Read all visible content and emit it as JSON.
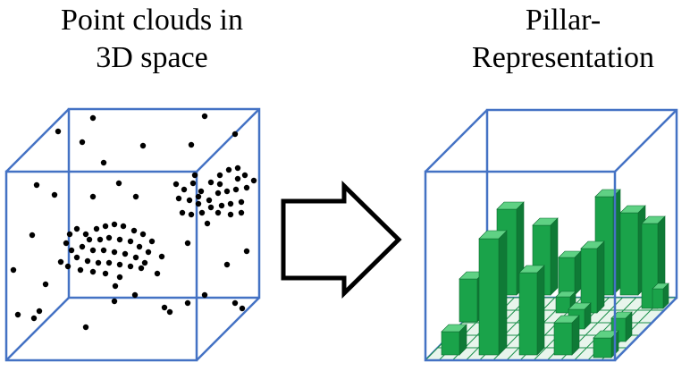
{
  "left_panel": {
    "title_line1": "Point clouds in",
    "title_line2": "3D space"
  },
  "right_panel": {
    "title_line1": "Pillar-",
    "title_line2": "Representation"
  },
  "colors": {
    "cube_edge": "#4472c4",
    "point": "#000000",
    "pillar_front": "#1aa34a",
    "pillar_side": "#0f7a36",
    "pillar_top": "#5fd184",
    "grid": "#1a8f4a",
    "arrow_stroke": "#000000"
  },
  "icons": {
    "arrow": "right-arrow-icon"
  }
}
